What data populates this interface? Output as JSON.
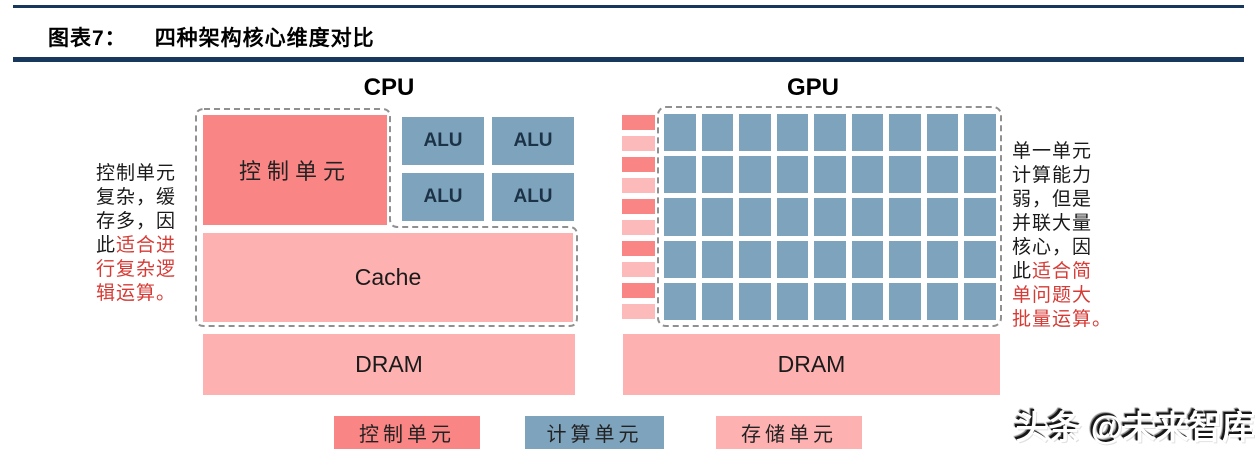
{
  "figure": {
    "label": "图表7：",
    "title": "四种架构核心维度对比"
  },
  "cpu": {
    "title": "CPU",
    "control_unit_label": "控制单元",
    "alu_label": "ALU",
    "alu_count": 4,
    "cache_label": "Cache",
    "dram_label": "DRAM"
  },
  "gpu": {
    "title": "GPU",
    "dram_label": "DRAM",
    "grid": {
      "rows": 5,
      "cols": 9
    },
    "side_bars": {
      "count": 10
    }
  },
  "annotations": {
    "cpu": {
      "full_text": "控制单元复杂，缓存多，因此适合进行复杂逻辑运算。",
      "lines": [
        {
          "black": "控制单元",
          "red": ""
        },
        {
          "black": "复杂，缓",
          "red": ""
        },
        {
          "black": "存多，因",
          "red": ""
        },
        {
          "black": "此",
          "red": "适合进"
        },
        {
          "black": "",
          "red": "行复杂逻"
        },
        {
          "black": "",
          "red": "辑运算。"
        }
      ]
    },
    "gpu": {
      "full_text": "单一单元计算能力弱，但是并联大量核心，因此适合简单问题大批量运算。",
      "lines": [
        {
          "black": "单一单元",
          "red": ""
        },
        {
          "black": "计算能力",
          "red": ""
        },
        {
          "black": "弱，但是",
          "red": ""
        },
        {
          "black": "并联大量",
          "red": ""
        },
        {
          "black": "核心，因",
          "red": ""
        },
        {
          "black": "此",
          "red": "适合简"
        },
        {
          "black": "",
          "red": "单问题大"
        },
        {
          "black": "",
          "red": "批量运算。"
        }
      ]
    }
  },
  "legend": [
    {
      "label": "控制单元",
      "color": "#f98585"
    },
    {
      "label": "计算单元",
      "color": "#7ea3bd"
    },
    {
      "label": "存储单元",
      "color": "#feb1b1"
    }
  ],
  "watermark": "头条 @未来智库",
  "colors": {
    "red": "#f98585",
    "blue": "#7ea3bd",
    "pink": "#feb1b1",
    "pink_light": "#fcbaba",
    "accent_line": "#17375d",
    "red_text": "#d63b35",
    "dash": "#909090"
  }
}
